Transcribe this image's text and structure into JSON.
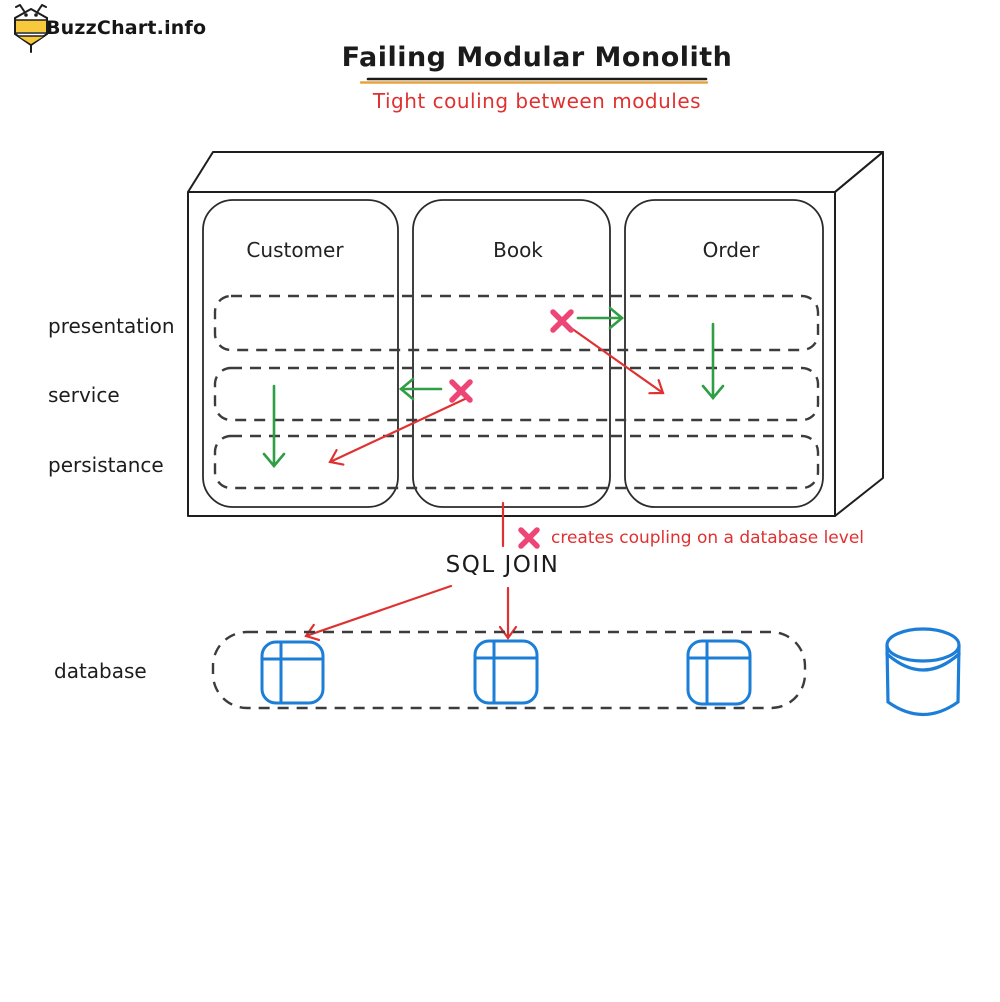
{
  "brand": {
    "name": "BuzzChart.info",
    "icon": "bee-icon"
  },
  "header": {
    "title": "Failing Modular Monolith",
    "subtitle": "Tight couling between modules"
  },
  "monolith": {
    "modules": [
      {
        "label": "Customer"
      },
      {
        "label": "Book"
      },
      {
        "label": "Order"
      }
    ],
    "layers": [
      {
        "label": "presentation"
      },
      {
        "label": "service"
      },
      {
        "label": "persistance"
      }
    ]
  },
  "annotations": {
    "sql_join": "SQL JOIN",
    "coupling_note": "creates coupling on a database level"
  },
  "database": {
    "label": "database",
    "table_count": 3,
    "icons": [
      "table-icon",
      "table-icon",
      "table-icon",
      "database-cylinder-icon"
    ]
  },
  "colors": {
    "ink": "#1e1e1e",
    "red": "#e03131",
    "pink_x": "#ec4576",
    "green": "#2f9e44",
    "blue": "#1c7ed6",
    "brand_yellow": "#f8c93d",
    "underline_orange": "#e8a33d"
  }
}
